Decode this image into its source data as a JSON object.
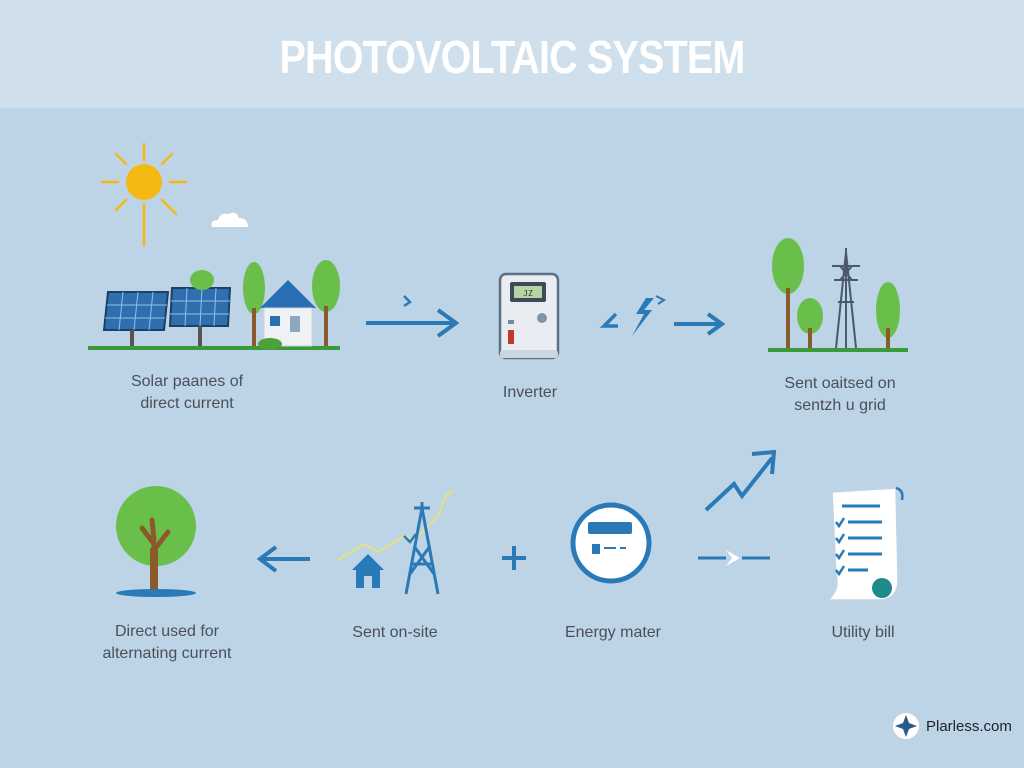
{
  "title": "PHOTOVOLTAIC SYSTEM",
  "nodes": {
    "solar_panels": {
      "line1": "Solar paanes of",
      "line2": "direct current"
    },
    "inverter": {
      "line1": "Inverter"
    },
    "grid": {
      "line1": "Sent oaitsed on",
      "line2": "sentzh u grid"
    },
    "direct_used": {
      "line1": "Direct used for",
      "line2": "alternating current"
    },
    "sent_onsite": {
      "line1": "Sent on-site"
    },
    "energy_meter": {
      "line1": "Energy mater"
    },
    "utility_bill": {
      "line1": "Utility bill"
    }
  },
  "logo": {
    "text": "Plarless.com"
  },
  "colors": {
    "background": "#bdd3e6",
    "header": "#cfdfeb",
    "arrow": "#2a7ab8",
    "tree": "#6abf4b",
    "trunk": "#8b5a2b",
    "sun": "#f5b914",
    "panel": "#2f6fb0"
  },
  "icons": [
    "sun-icon",
    "cloud-icon",
    "solar-panel-icon",
    "house-icon",
    "tree-icon",
    "inverter-icon",
    "lightning-icon",
    "power-tower-icon",
    "meter-icon",
    "bill-icon",
    "plus-icon",
    "logo-icon"
  ]
}
